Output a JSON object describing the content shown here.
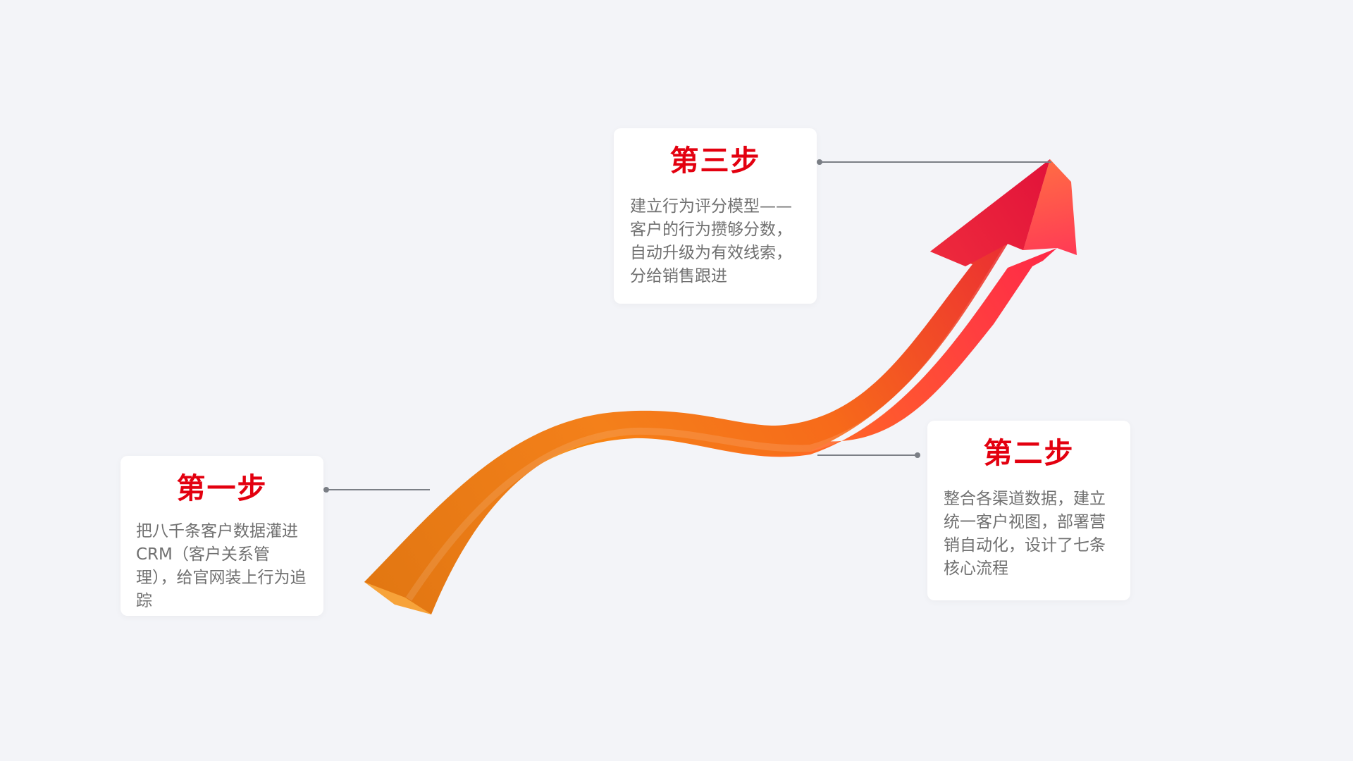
{
  "steps": [
    {
      "title": "第一步",
      "description": "把八千条客户数据灌进CRM（客户关系管理），给官网装上行为追踪"
    },
    {
      "title": "第二步",
      "description": "整合各渠道数据，建立统一客户视图，部署营销自动化，设计了七条核心流程"
    },
    {
      "title": "第三步",
      "description": "建立行为评分模型——客户的行为攒够分数，自动升级为有效线索，分给销售跟进"
    }
  ],
  "colors": {
    "background": "#f3f4f8",
    "title": "#e3000f",
    "text": "#707070",
    "connector": "#7b7f86",
    "arrow_start": "#f28a0e",
    "arrow_mid": "#ff6418",
    "arrow_end": "#e5143c"
  },
  "icons": {
    "growth-arrow": "curved 3D arrow rising to the upper right"
  }
}
